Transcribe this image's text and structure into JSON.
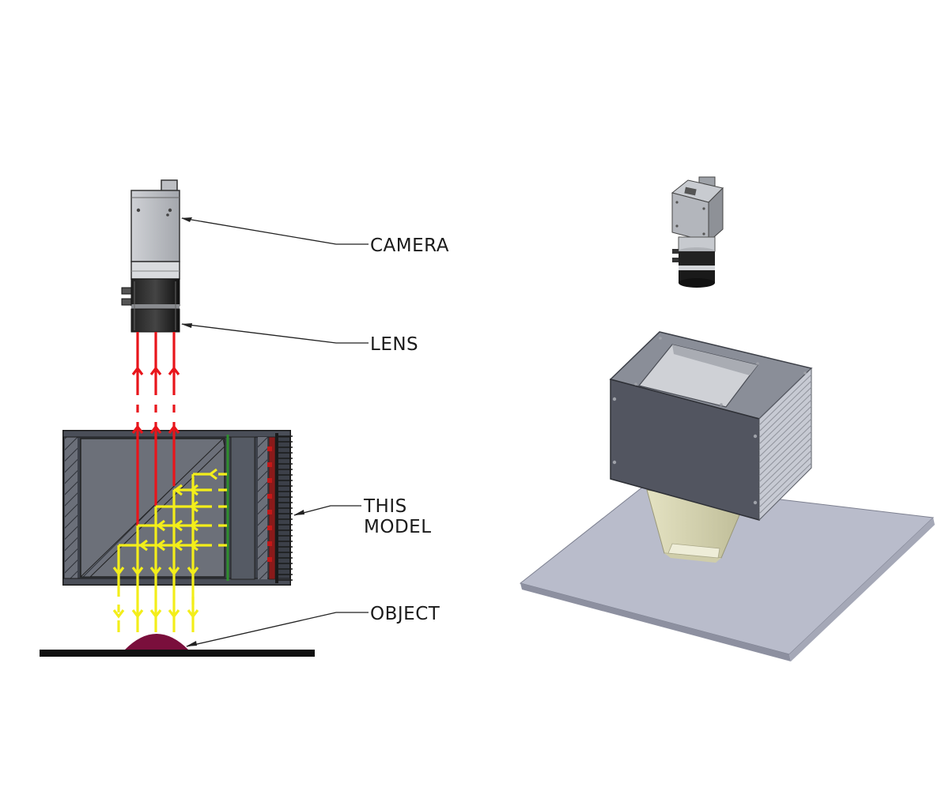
{
  "labels": {
    "camera": "CAMERA",
    "lens": "LENS",
    "model_line1": "THIS",
    "model_line2": "MODEL",
    "object": "OBJECT"
  },
  "colors": {
    "camera_ray": "#e8151b",
    "light_ray": "#f3ee1a",
    "object": "#7a0f3c",
    "housing": "#555a66",
    "housing_dark": "#3f434d",
    "plate_top": "#b9bccb",
    "plate_side": "#8d90a0",
    "box_front": "#525560",
    "box_top": "#8a8e98",
    "fins": "#c7cad3",
    "cone": "#d9d8b3",
    "camera_body": "#b7babf"
  },
  "icons": {
    "arrow_up": "arrow-up-icon",
    "arrow_down": "arrow-down-icon",
    "arrow_left": "arrow-left-icon"
  }
}
